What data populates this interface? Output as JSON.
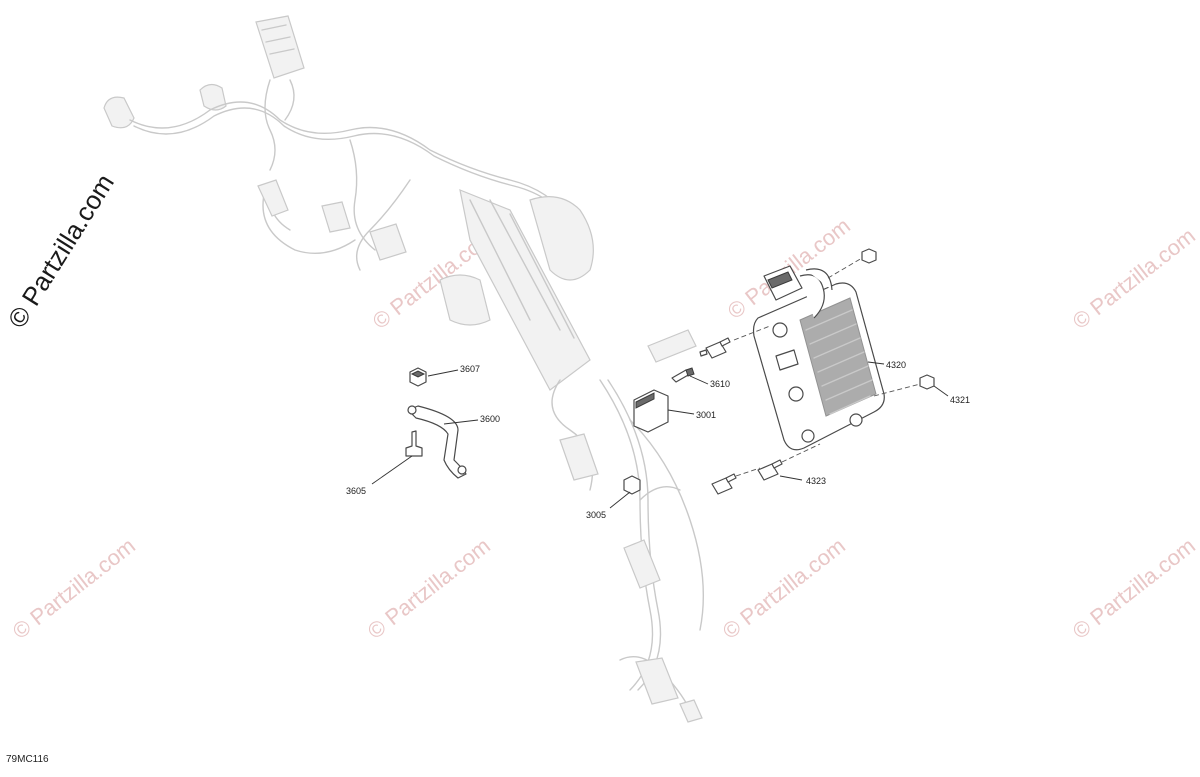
{
  "watermark": {
    "text": "© Partzilla.com",
    "repeated_text": "© Partzilla.com"
  },
  "figure_code": "79MC116",
  "callouts": [
    {
      "id": "c3607",
      "label": "3607"
    },
    {
      "id": "c3600",
      "label": "3600"
    },
    {
      "id": "c3605",
      "label": "3605"
    },
    {
      "id": "c3610",
      "label": "3610"
    },
    {
      "id": "c3001",
      "label": "3001"
    },
    {
      "id": "c3005",
      "label": "3005"
    },
    {
      "id": "c4320",
      "label": "4320"
    },
    {
      "id": "c4321",
      "label": "4321"
    },
    {
      "id": "c4323",
      "label": "4323"
    }
  ]
}
